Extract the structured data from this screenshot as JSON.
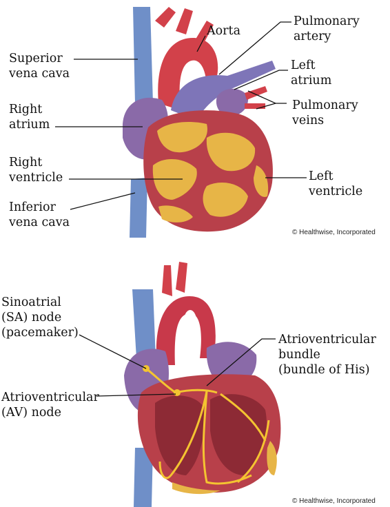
{
  "top_diagram": {
    "labels": {
      "aorta": "Aorta",
      "pulmonary_artery": "Pulmonary\nartery",
      "superior_vena_cava": "Superior\nvena cava",
      "left_atrium": "Left\natrium",
      "right_atrium": "Right\natrium",
      "pulmonary_veins": "Pulmonary\nveins",
      "right_ventricle": "Right\nventricle",
      "left_ventricle": "Left\nventricle",
      "inferior_vena_cava": "Inferior\nvena cava"
    },
    "copyright": "© Healthwise, Incorporated"
  },
  "bottom_diagram": {
    "labels": {
      "sa_node": "Sinoatrial\n(SA) node\n(pacemaker)",
      "bundle_of_his": "Atrioventricular\nbundle\n(bundle of His)",
      "av_node": "Atrioventricular\n(AV) node"
    },
    "copyright": "© Healthwise, Incorporated"
  },
  "colors": {
    "vein_blue": "#6f8fc8",
    "artery_red": "#d2414a",
    "muscle_red": "#b8404a",
    "fat_yellow": "#e7b547",
    "atrium_purple": "#8a6aa8",
    "conduction_yellow": "#f4c431"
  }
}
